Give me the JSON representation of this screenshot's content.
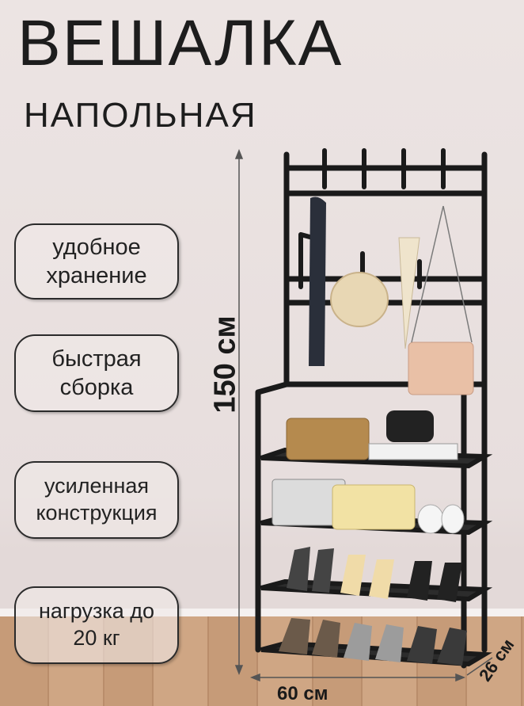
{
  "title": "ВЕШАЛКА",
  "subtitle": "НАПОЛЬНАЯ",
  "features": [
    {
      "line1": "удобное",
      "line2": "хранение"
    },
    {
      "line1": "быстрая",
      "line2": "сборка"
    },
    {
      "line1": "усиленная",
      "line2": "конструкция"
    },
    {
      "line1": "нагрузка до",
      "line2": "20 кг"
    }
  ],
  "dimensions": {
    "height": "150 см",
    "width": "60 см",
    "depth": "26 см"
  }
}
